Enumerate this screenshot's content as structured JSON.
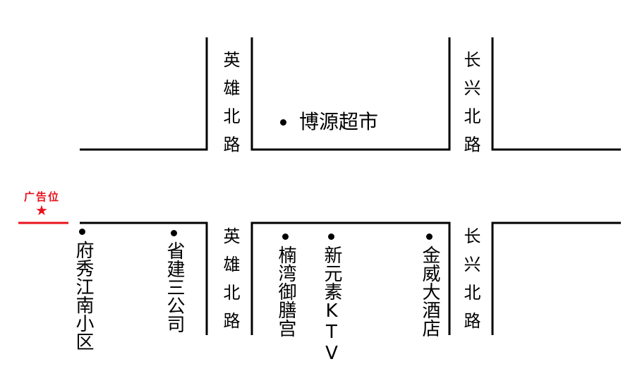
{
  "roads": {
    "yingxiong_north": "英雄北路",
    "changxing_north": "长兴北路"
  },
  "pois": {
    "boyuan_supermarket": "博源超市",
    "fuxiu_jiangnan": "府秀江南小区",
    "provincial_construction": "省建三公司",
    "nanwan_royal_cuisine": "楠湾御膳宫",
    "xinyuansu_ktv": "新元素KTV",
    "jinwei_hotel": "金威大酒店"
  },
  "ad_position": {
    "label": "广告位",
    "marker": "★"
  },
  "colors": {
    "road": "#000000",
    "ad_marker": "#e8121c",
    "background": "#ffffff"
  }
}
